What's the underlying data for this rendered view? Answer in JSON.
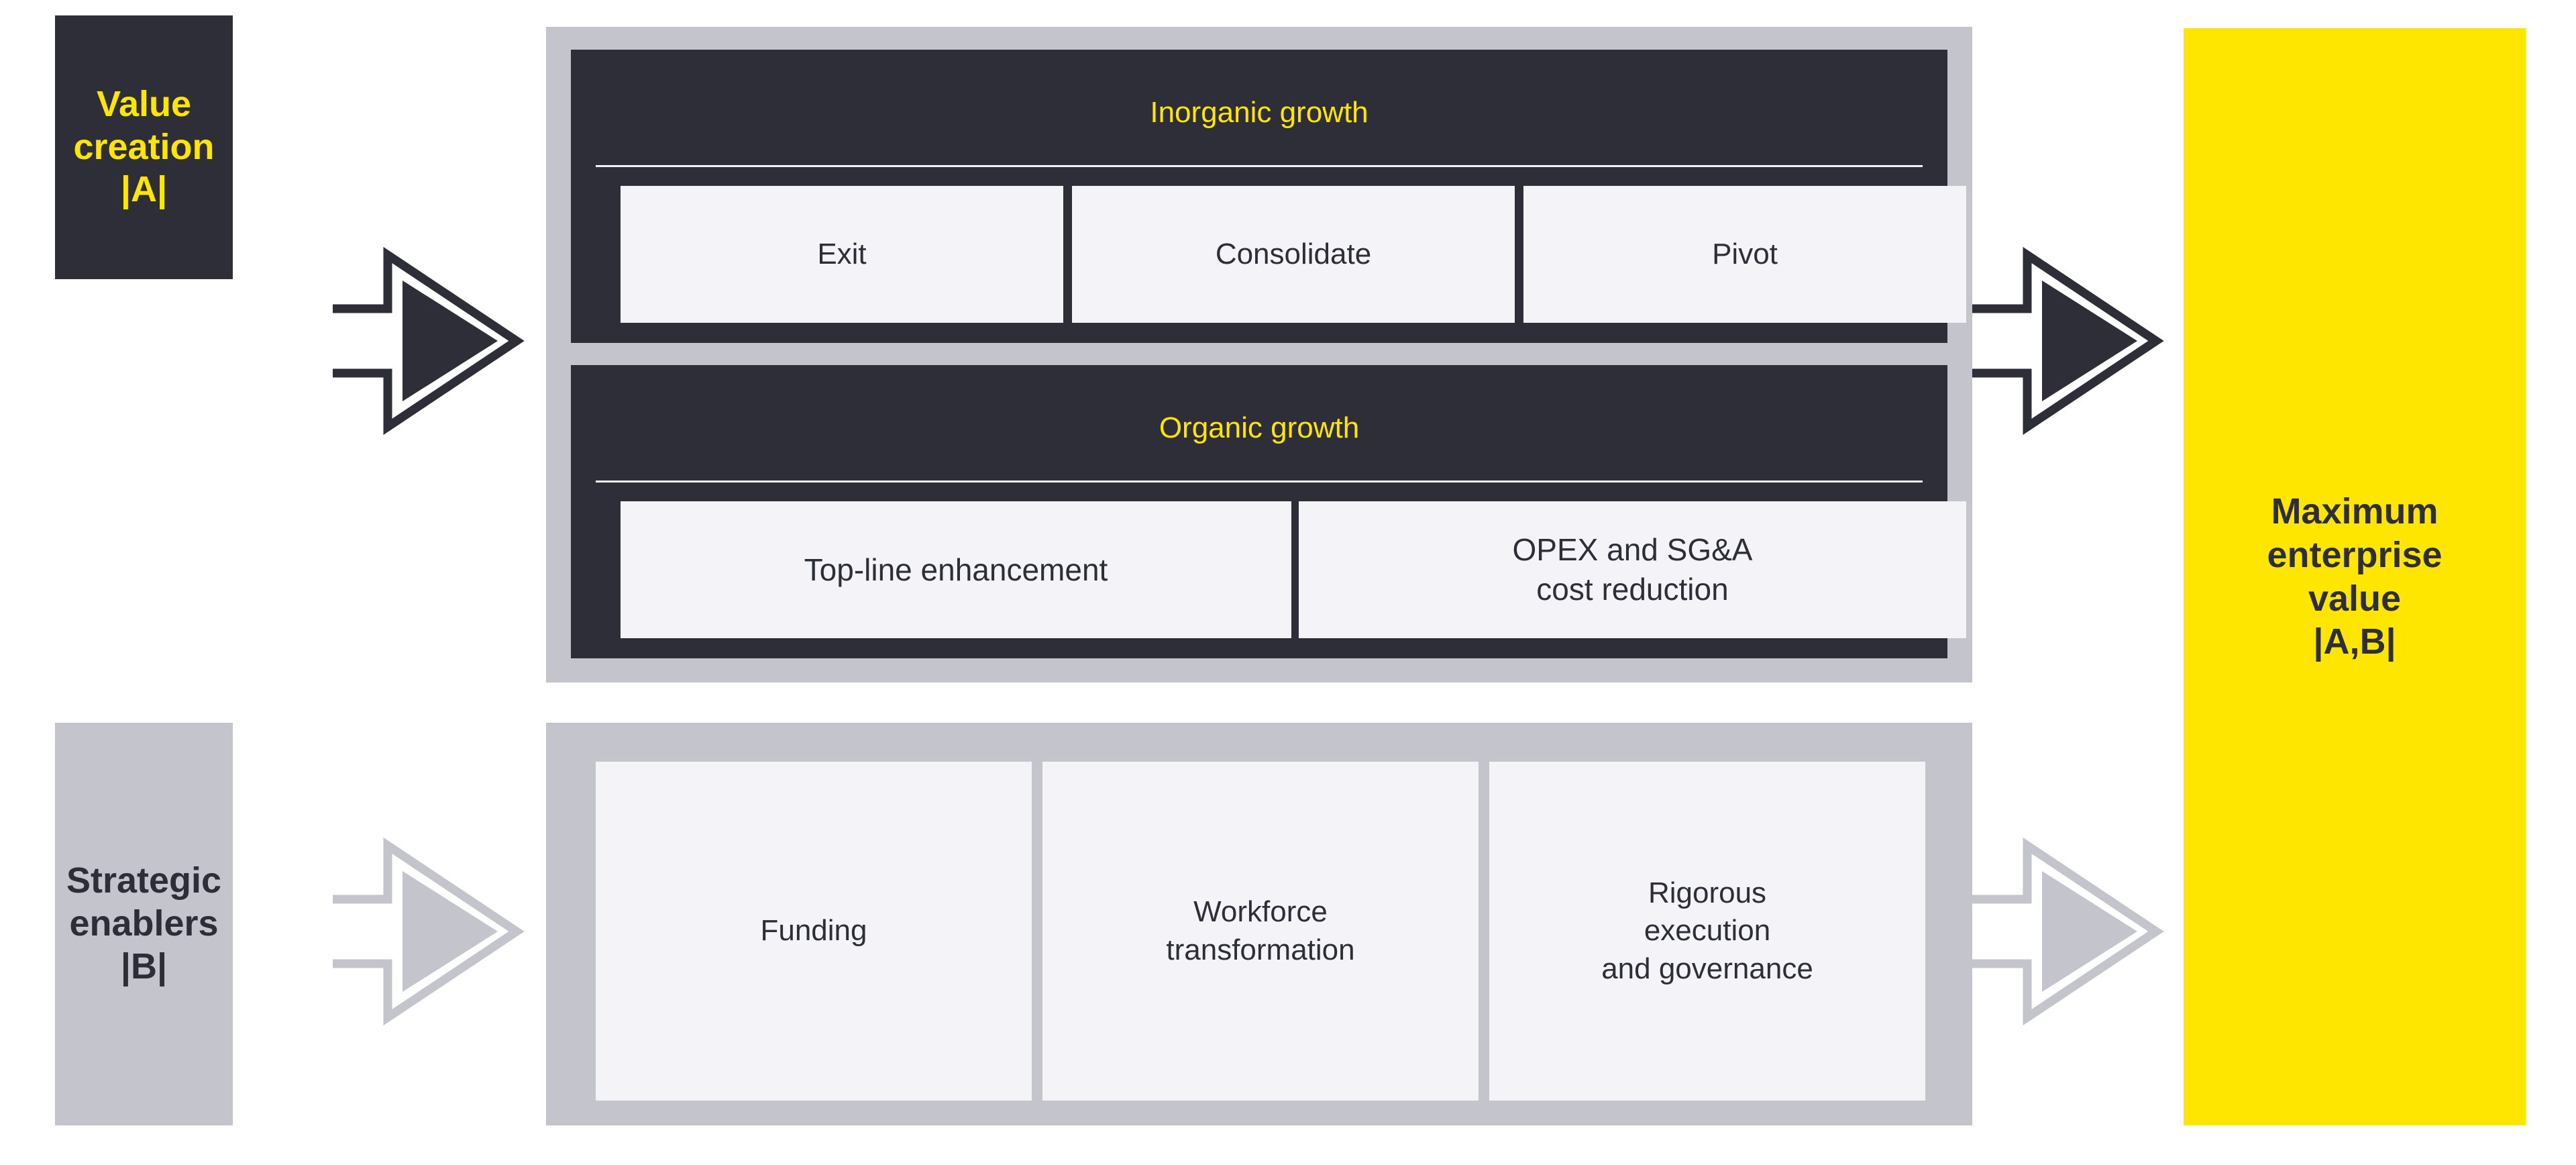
{
  "theme": {
    "dark": "#2e2e38",
    "yellow": "#ffe600",
    "gray": "#c4c4cd",
    "card": "#f4f4f8",
    "background": "#ffffff"
  },
  "inputs": [
    {
      "id": "value-creation",
      "label": "Value\ncreation\n|A|",
      "style": "dark",
      "arrow": "dark"
    },
    {
      "id": "strategic-enablers",
      "label": "Strategic\nenablers\n|B|",
      "style": "gray",
      "arrow": "gray"
    }
  ],
  "groups": [
    {
      "id": "inorganic-growth",
      "title": "Inorganic growth",
      "cards": [
        {
          "id": "exit",
          "label": "Exit"
        },
        {
          "id": "consolidate",
          "label": "Consolidate"
        },
        {
          "id": "pivot",
          "label": "Pivot"
        }
      ]
    },
    {
      "id": "organic-growth",
      "title": "Organic growth",
      "cards": [
        {
          "id": "top-line-enhancement",
          "label": "Top-line enhancement"
        },
        {
          "id": "opex-sga-cost-reduction",
          "label": "OPEX and SG&A\ncost reduction"
        }
      ]
    }
  ],
  "enablers": {
    "cards": [
      {
        "id": "funding",
        "label": "Funding"
      },
      {
        "id": "workforce-transformation",
        "label": "Workforce\ntransformation"
      },
      {
        "id": "rigorous-execution-governance",
        "label": "Rigorous\nexecution\nand governance"
      }
    ]
  },
  "outcome": {
    "id": "maximum-enterprise-value",
    "label": "Maximum\nenterprise\nvalue\n|A,B|"
  }
}
